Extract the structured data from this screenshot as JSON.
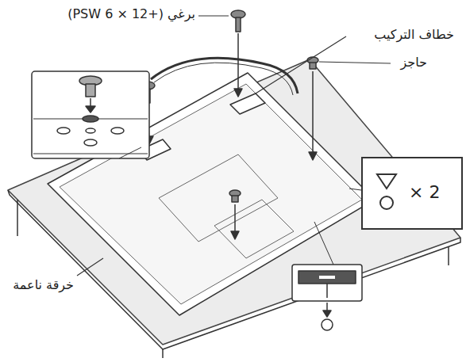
{
  "diagram": {
    "nodes": [
      {
        "text": [
          "× 2"
        ]
      }
    ],
    "labels": [
      "برغي (+PSW 6 × 12)",
      "خطاف التركيب",
      "حاجز",
      "خرقة ناعمة"
    ]
  }
}
